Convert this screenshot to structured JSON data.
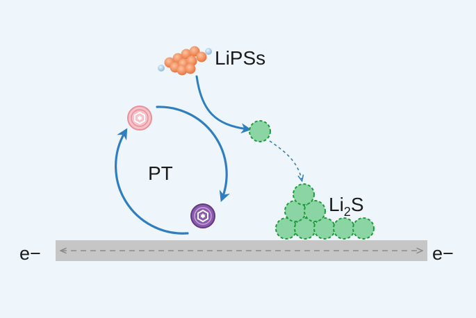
{
  "labels": {
    "lipss": "LiPSs",
    "pt": "PT",
    "li2s_main": "Li",
    "li2s_sub": "2",
    "li2s_tail": "S",
    "electron_left": "e−",
    "electron_right": "e−"
  },
  "colors": {
    "background": "#eef5fb",
    "arrow_blue": "#2f7fc0",
    "lipss_orange": "#ef8a5a",
    "lipss_light_blue": "#a9cbe6",
    "li2s_green": "#8bd4a4",
    "li2s_border": "#1f9a3a",
    "pt_pink": "#f2a3ad",
    "pt_purple": "#7b4a9c",
    "substrate": "#c6c6c6",
    "electron_arrow": "#8a8a8a"
  },
  "icons": {
    "pt_molecule": "ring-molecule-icon",
    "lipss_cluster": "sphere-cluster-icon",
    "li2s_particle": "dashed-sphere-icon"
  }
}
